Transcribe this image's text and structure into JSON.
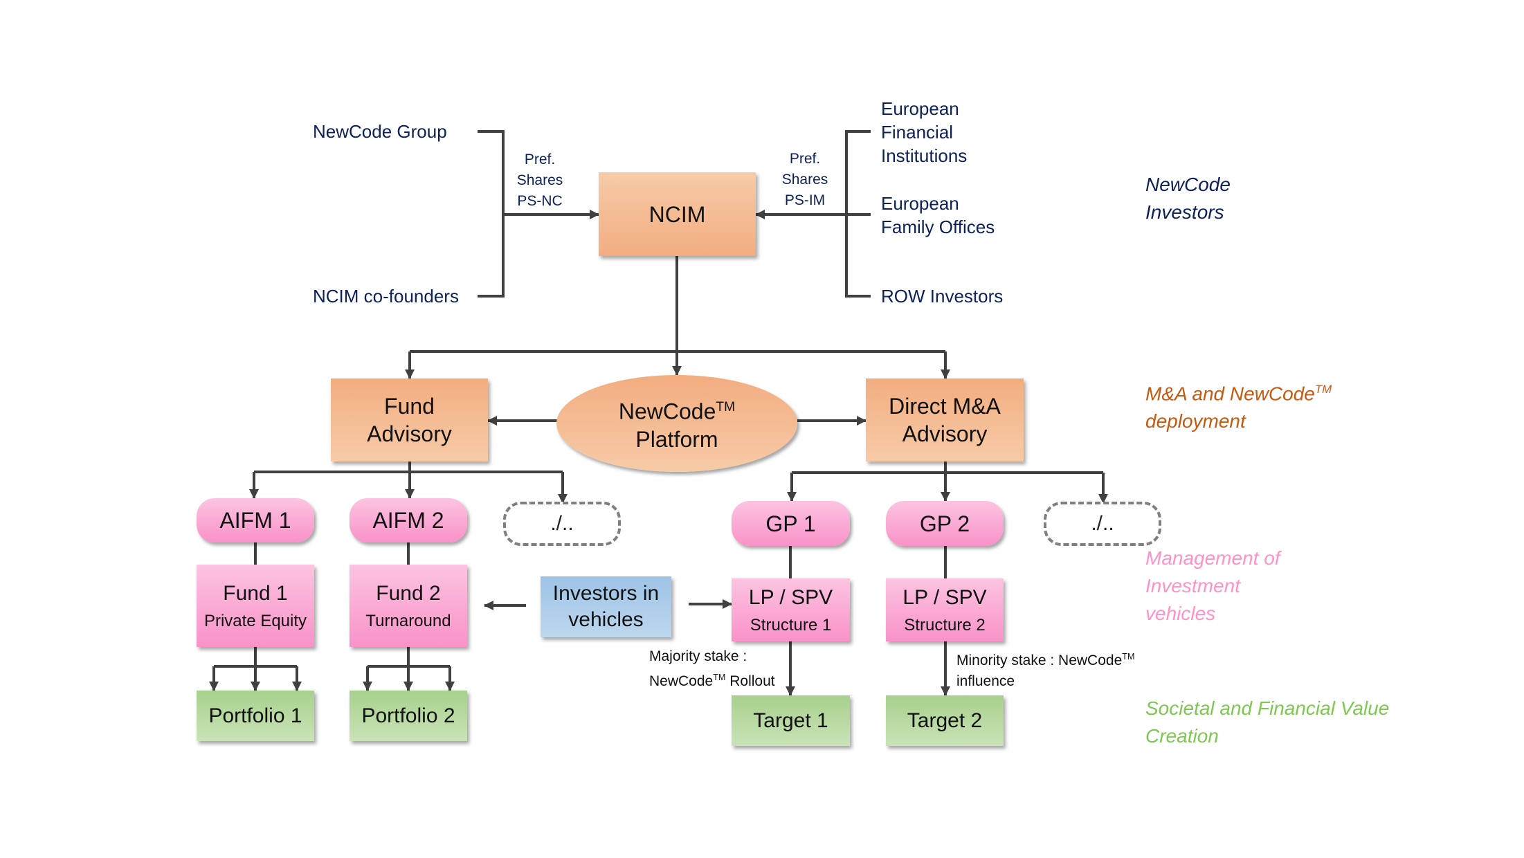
{
  "colors": {
    "navy_text": "#0d2159",
    "advisory_orange": "#f4b183",
    "vehicle_pink": "#fba8d5",
    "value_green": "#b7d99f",
    "investor_blue": "#aecbeb",
    "connector": "#404040",
    "cat_investors": "#0d2159",
    "cat_deployment": "#c55a11",
    "cat_management": "#ff92c8",
    "cat_value": "#7ec850"
  },
  "investors_left": {
    "group": "NewCode Group",
    "cofounders": "NCIM co-founders",
    "instrument": [
      "Pref.",
      "Shares",
      "PS-NC"
    ]
  },
  "investors_right": {
    "financial": [
      "European",
      "Financial",
      "Institutions"
    ],
    "family": [
      "European",
      "Family Offices"
    ],
    "row": "ROW Investors",
    "instrument": [
      "Pref.",
      "Shares",
      "PS-IM"
    ]
  },
  "ncim": {
    "label": "NCIM"
  },
  "advisory": {
    "fund": [
      "Fund",
      "Advisory"
    ],
    "platform": {
      "name": "NewCode",
      "tm": "TM",
      "line2": "Platform"
    },
    "direct": [
      "Direct M&A",
      "Advisory"
    ]
  },
  "fund_side": {
    "aifm": [
      "AIFM 1",
      "AIFM 2"
    ],
    "more": "./..",
    "funds": [
      {
        "title": "Fund 1",
        "subtitle": "Private Equity"
      },
      {
        "title": "Fund 2",
        "subtitle": "Turnaround"
      }
    ],
    "portfolios": [
      "Portfolio 1",
      "Portfolio 2"
    ]
  },
  "investors_in_vehicles": [
    "Investors in",
    "vehicles"
  ],
  "direct_side": {
    "gps": [
      "GP 1",
      "GP 2"
    ],
    "more": "./..",
    "structures": [
      {
        "title": "LP / SPV",
        "subtitle": "Structure 1"
      },
      {
        "title": "LP / SPV",
        "subtitle": "Structure 2"
      }
    ],
    "stake_notes": [
      {
        "line1": "Majority stake :",
        "line2_name": "NewCode",
        "tm": "TM",
        "line2_rest": " Rollout"
      },
      {
        "line1_name": "Minority stake : NewCode",
        "tm": "TM",
        "line2": "influence"
      }
    ],
    "targets": [
      "Target 1",
      "Target 2"
    ]
  },
  "categories": {
    "investors": [
      "NewCode",
      "Investors"
    ],
    "deployment": {
      "line1": "M&A and NewCode",
      "tm": "TM",
      "line2": "deployment"
    },
    "management": [
      "Management of",
      "Investment",
      "vehicles"
    ],
    "value": [
      "Societal and Financial Value",
      "Creation"
    ]
  }
}
